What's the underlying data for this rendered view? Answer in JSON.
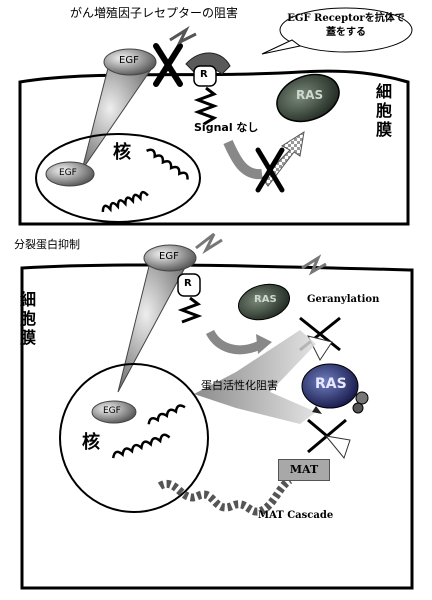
{
  "panel_top": {
    "title": "がん増殖因子レセプターの阻害",
    "callout": "EGF Receptorを抗体で蓋をする",
    "egf_label": "EGF",
    "egf_nucleus_label": "EGF",
    "receptor_label": "R",
    "ras_label": "RAS",
    "signal_label": "Signal なし",
    "membrane_label": "細胞膜",
    "nucleus_label": "核"
  },
  "panel_bottom": {
    "title": "分裂蛋白抑制",
    "egf_label": "EGF",
    "egf_nucleus_label": "EGF",
    "receptor_label": "R",
    "ras_small_label": "RAS",
    "ras_big_label": "RAS",
    "geranylation_label": "Geranylation",
    "block_label": "蛋白活性化阻害",
    "membrane_label": "細胞膜",
    "nucleus_label": "核",
    "mat_label": "MAT",
    "mat_cascade_label": "MAT Cascade"
  }
}
